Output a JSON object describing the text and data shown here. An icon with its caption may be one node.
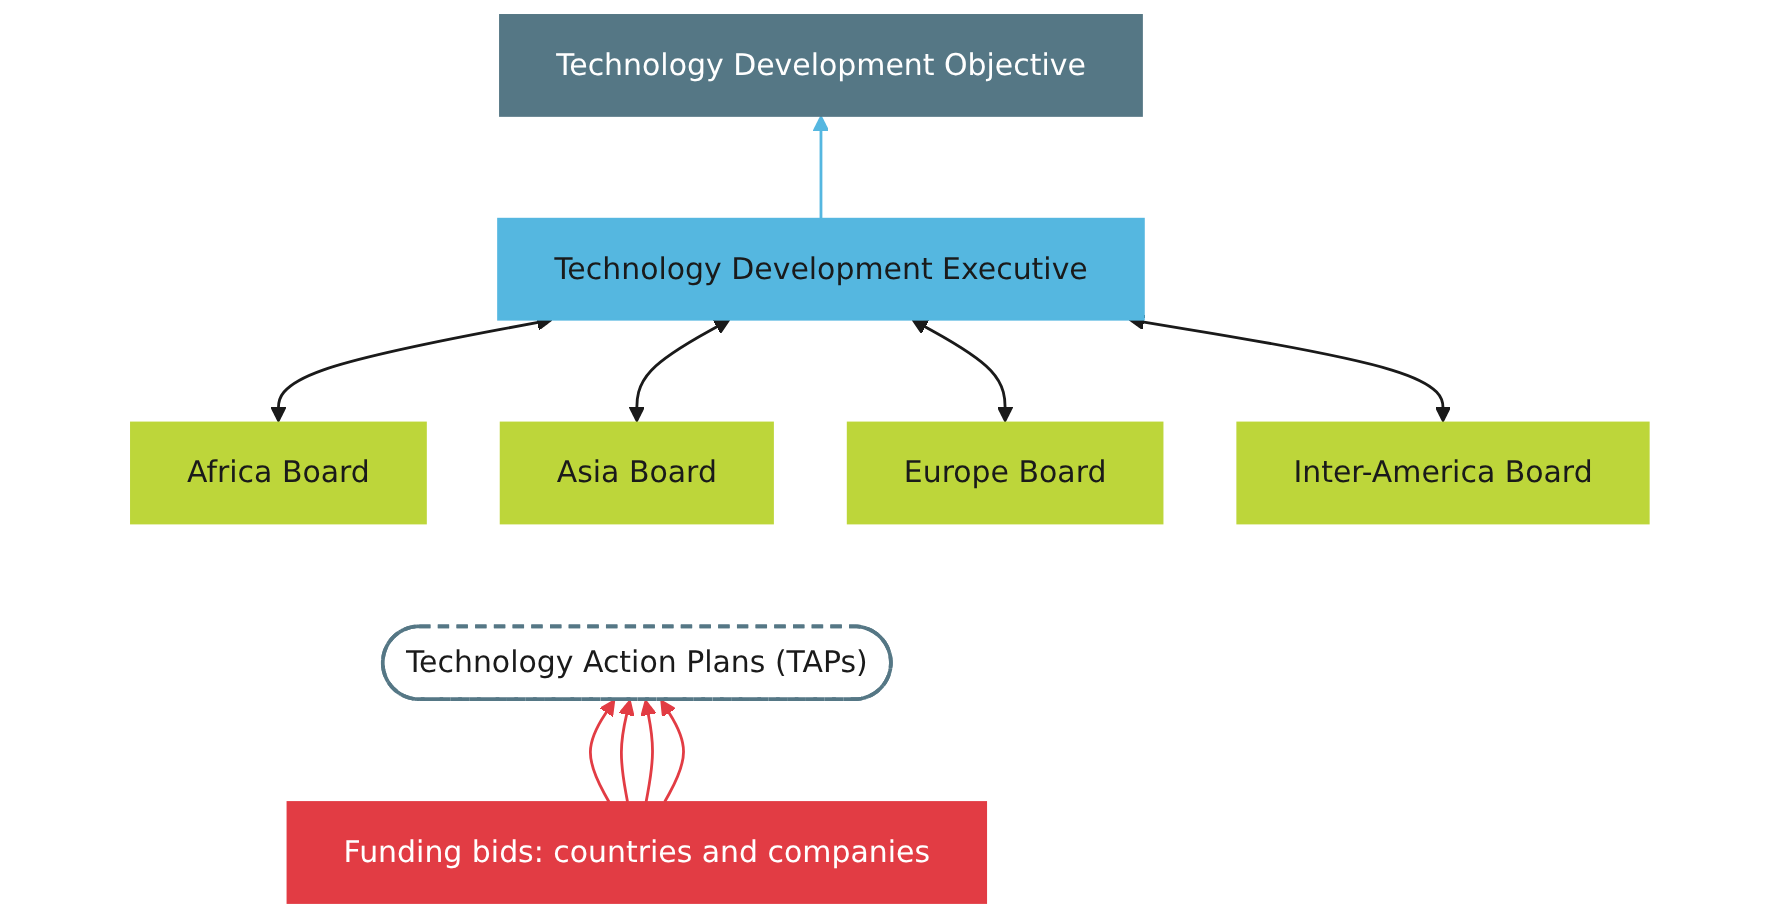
{
  "diagram": {
    "nodes": [
      {
        "text": [
          "Technology Development Objective"
        ]
      },
      {
        "text": [
          "Technology Development Executive"
        ]
      },
      {
        "text": [
          "Africa Board"
        ]
      },
      {
        "text": [
          "Asia Board"
        ]
      },
      {
        "text": [
          "Europe Board"
        ]
      },
      {
        "text": [
          "Inter-America Board"
        ]
      },
      {
        "text": [
          "Technology Action Plans (TAPs)"
        ]
      },
      {
        "text": [
          "Funding bids: countries and companies"
        ]
      }
    ],
    "edges": [
      {
        "from": 1,
        "to": 0,
        "arrow": "to",
        "color": "#55b7e0"
      },
      {
        "from": 2,
        "to": 1,
        "arrow": "both"
      },
      {
        "from": 3,
        "to": 1,
        "arrow": "both"
      },
      {
        "from": 4,
        "to": 1,
        "arrow": "both"
      },
      {
        "from": 5,
        "to": 1,
        "arrow": "both"
      },
      {
        "from": 7,
        "to": 6,
        "arrow": "to",
        "color": "#e23c44"
      },
      {
        "from": 7,
        "to": 6,
        "arrow": "to",
        "color": "#e23c44"
      },
      {
        "from": 7,
        "to": 6,
        "arrow": "to",
        "color": "#e23c44"
      },
      {
        "from": 7,
        "to": 6,
        "arrow": "to",
        "color": "#e23c44"
      }
    ]
  }
}
